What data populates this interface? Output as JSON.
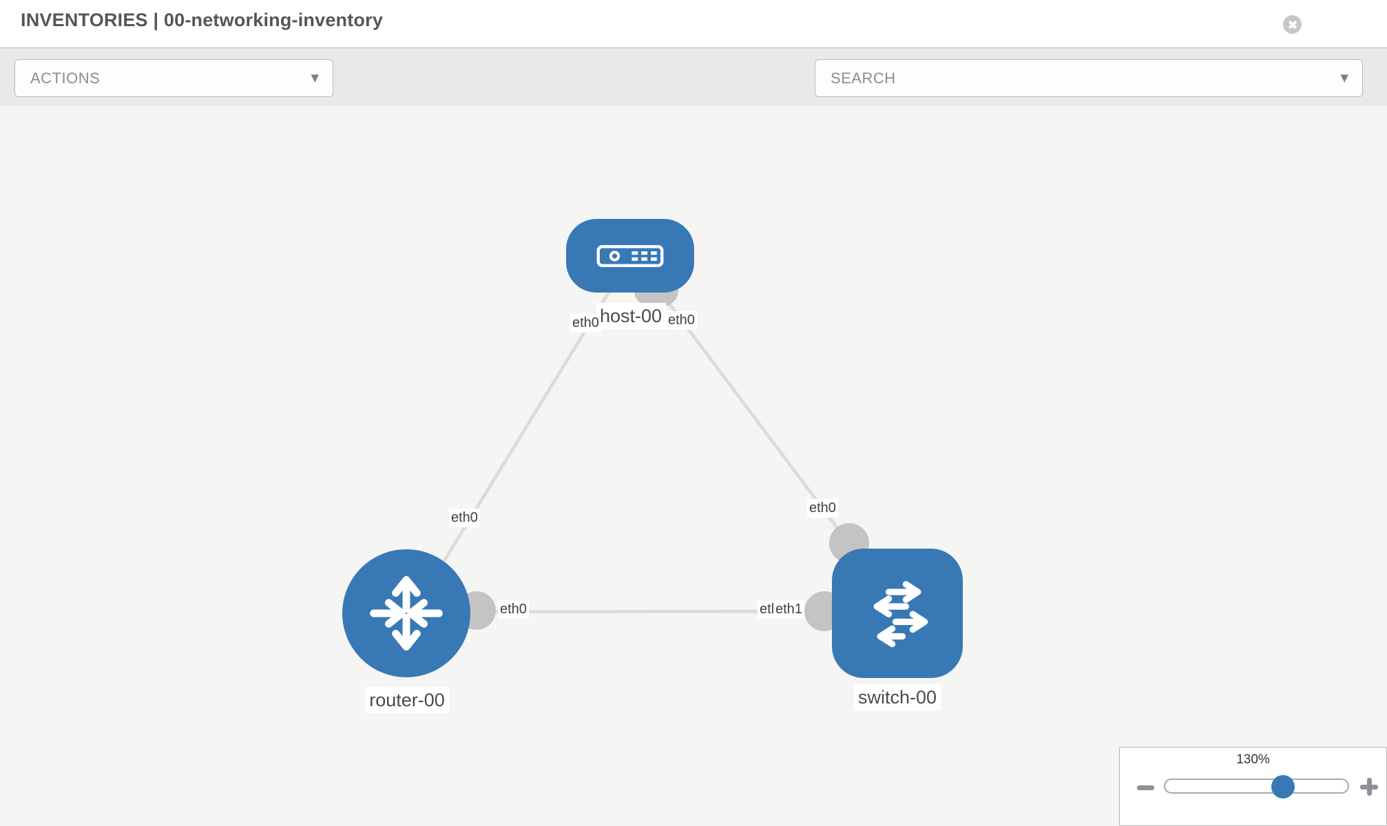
{
  "header": {
    "title": "INVENTORIES | 00-networking-inventory"
  },
  "toolbar": {
    "actions_label": "ACTIONS",
    "search_placeholder": "SEARCH",
    "icons": [
      "wrench-icon",
      "key-icon"
    ]
  },
  "topology": {
    "nodes": [
      {
        "id": "host-00",
        "type": "host",
        "label": "host-00",
        "icon": "host-server-icon"
      },
      {
        "id": "router-00",
        "type": "router",
        "label": "router-00",
        "icon": "router-arrows-icon"
      },
      {
        "id": "switch-00",
        "type": "switch",
        "label": "switch-00",
        "icon": "switch-arrows-icon"
      }
    ],
    "links": [
      {
        "from": "host-00",
        "from_interface": "eth0",
        "to": "router-00",
        "to_interface": "eth0"
      },
      {
        "from": "host-00",
        "from_interface": "eth0",
        "to": "switch-00",
        "to_interface": "eth0"
      },
      {
        "from": "router-00",
        "from_interface": "eth0",
        "to": "switch-00",
        "to_interface": "eth1"
      }
    ],
    "interface_labels": [
      {
        "text": "eth0",
        "link": "host-router",
        "end": "host"
      },
      {
        "text": "eth0",
        "link": "host-switch",
        "end": "host"
      },
      {
        "text": "eth0",
        "link": "host-router",
        "end": "router"
      },
      {
        "text": "eth0",
        "link": "host-switch",
        "end": "switch"
      },
      {
        "text": "eth0",
        "link": "router-switch",
        "end": "router"
      },
      {
        "text": "eth0",
        "link": "router-switch",
        "end": "switch",
        "clipped": true
      },
      {
        "text": "eth1",
        "link": "router-switch",
        "end": "switch"
      }
    ]
  },
  "zoom_control": {
    "level": "130%",
    "thumb_percent": 64
  },
  "colors": {
    "node_blue": "#3879b5",
    "link_gray": "#dcdcdc",
    "connector_gray": "#c4c4c4",
    "toolbar_bg": "#e9e9e9",
    "canvas_bg": "#f5f5f4"
  }
}
